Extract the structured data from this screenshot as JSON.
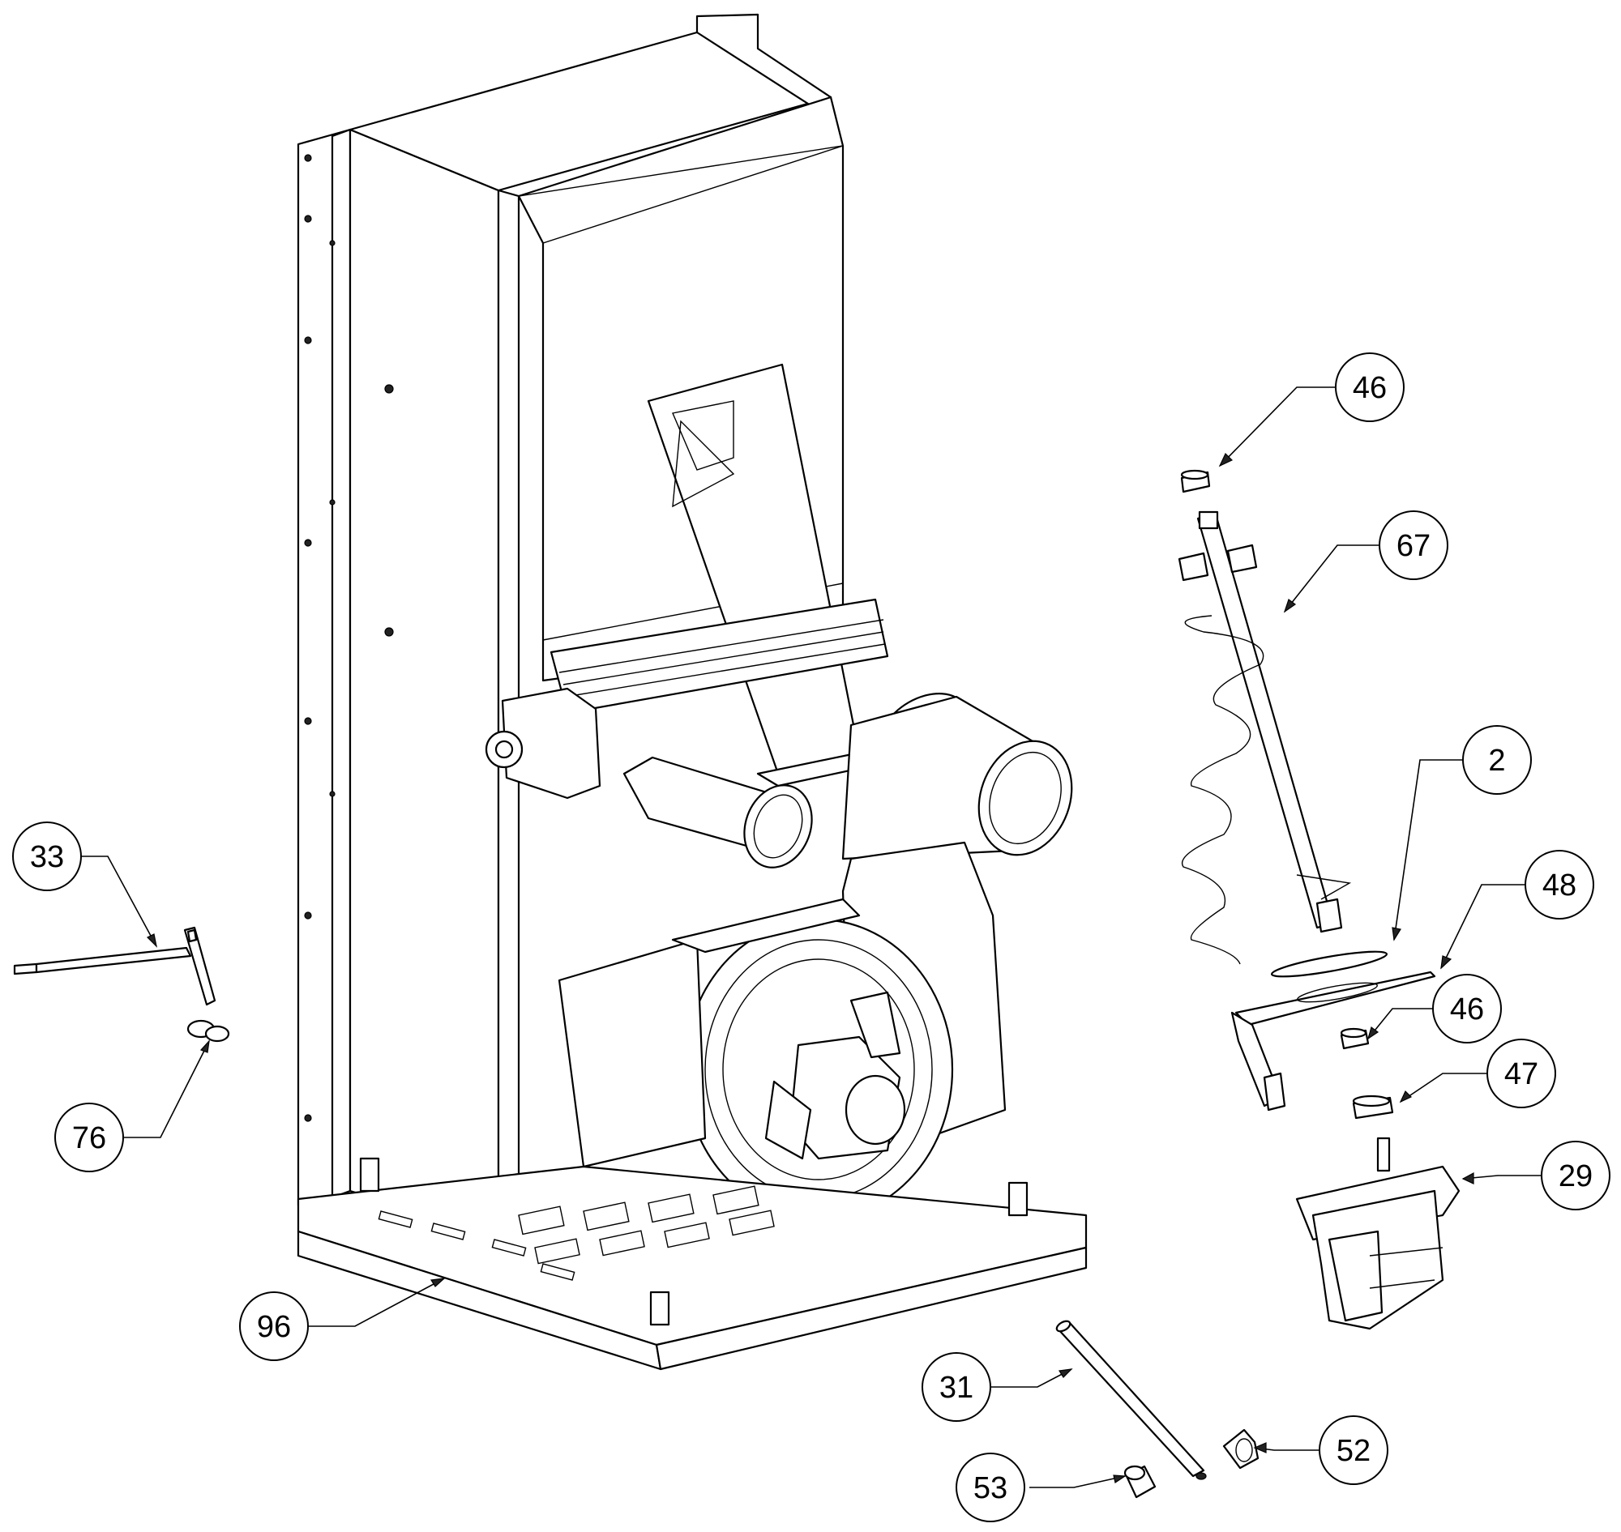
{
  "colors": {
    "line": "#000000",
    "background": "#ffffff"
  },
  "callouts": [
    {
      "id": "c46a",
      "label": "46"
    },
    {
      "id": "c67",
      "label": "67"
    },
    {
      "id": "c2",
      "label": "2"
    },
    {
      "id": "c48",
      "label": "48"
    },
    {
      "id": "c46b",
      "label": "46"
    },
    {
      "id": "c47",
      "label": "47"
    },
    {
      "id": "c29",
      "label": "29"
    },
    {
      "id": "c33",
      "label": "33"
    },
    {
      "id": "c76",
      "label": "76"
    },
    {
      "id": "c96",
      "label": "96"
    },
    {
      "id": "c31",
      "label": "31"
    },
    {
      "id": "c52",
      "label": "52"
    },
    {
      "id": "c53",
      "label": "53"
    }
  ]
}
